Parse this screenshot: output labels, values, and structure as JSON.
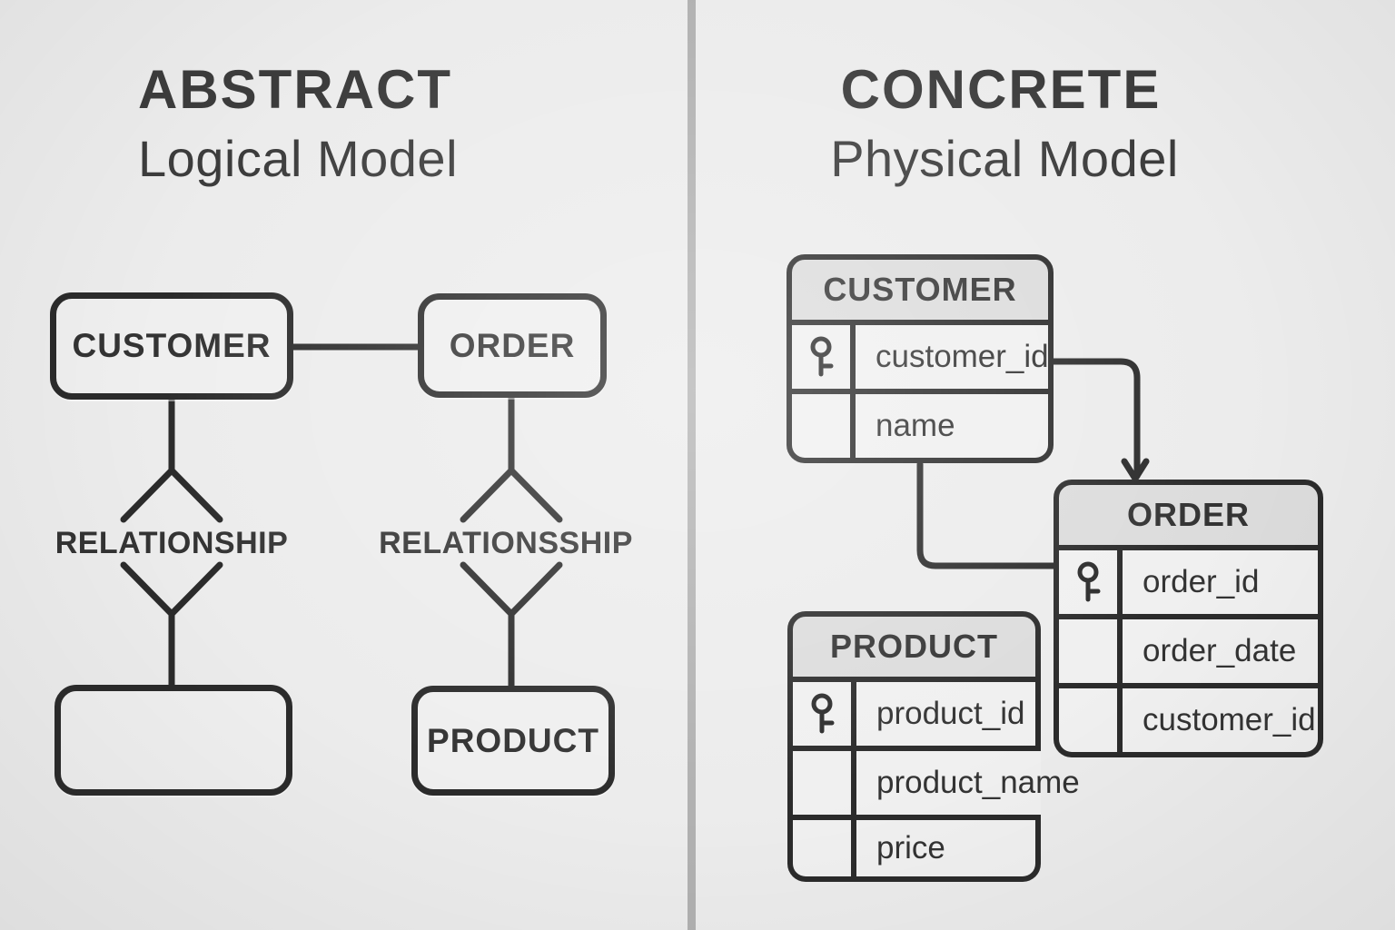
{
  "left_panel": {
    "title": "ABSTRACT",
    "subtitle": "Logical Model",
    "entities": {
      "customer": "CUSTOMER",
      "order": "ORDER",
      "empty": "",
      "product": "PRODUCT"
    },
    "relationships": {
      "left": "RELATIONSHIP",
      "right": "RELATIONSSHIP"
    }
  },
  "right_panel": {
    "title": "CONCRETE",
    "subtitle": "Physical Model",
    "tables": {
      "customer": {
        "name": "CUSTOMER",
        "columns": [
          {
            "name": "customer_id",
            "pk": true
          },
          {
            "name": "name",
            "pk": false
          }
        ]
      },
      "order": {
        "name": "ORDER",
        "columns": [
          {
            "name": "order_id",
            "pk": true
          },
          {
            "name": "order_date",
            "pk": false
          },
          {
            "name": "customer_id",
            "pk": false
          }
        ]
      },
      "product": {
        "name": "PRODUCT",
        "columns": [
          {
            "name": "product_id",
            "pk": true
          },
          {
            "name": "product_name",
            "pk": false
          },
          {
            "name": "price",
            "pk": false
          }
        ]
      }
    }
  },
  "colors": {
    "background": "#ececec",
    "line": "#2b2b2b",
    "table_header_fill": "#dcdcdc",
    "cell_fill": "#f0f0f0",
    "divider": "#b1b1b1",
    "text": "#333333"
  }
}
